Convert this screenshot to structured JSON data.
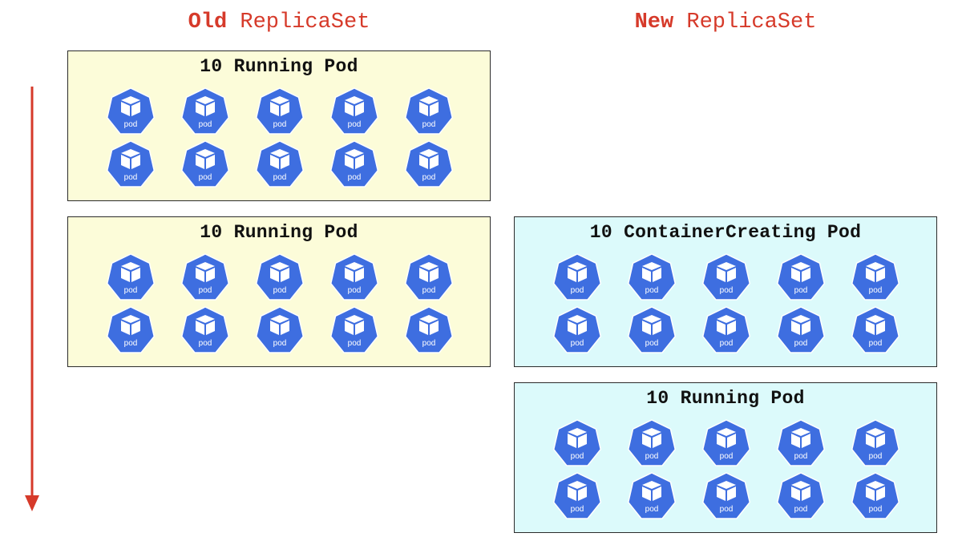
{
  "headers": {
    "old": {
      "strong": "Old",
      "rest": "ReplicaSet"
    },
    "new": {
      "strong": "New",
      "rest": "ReplicaSet"
    }
  },
  "colors": {
    "header": "#d63a2a",
    "arrow": "#d63a2a",
    "pod_fill": "#3e6ee0",
    "old_group_bg": "#fcfcd9",
    "new_group_bg": "#dcfafb",
    "border": "#2b2b2b"
  },
  "pod_icon": {
    "name": "kubernetes-pod-icon",
    "label": "pod"
  },
  "groups": [
    {
      "id": "old-1",
      "title": "10 Running Pod",
      "pod_count": 10
    },
    {
      "id": "old-2",
      "title": "10 Running Pod",
      "pod_count": 10
    },
    {
      "id": "new-1",
      "title": "10 ContainerCreating Pod",
      "pod_count": 10
    },
    {
      "id": "new-2",
      "title": "10 Running Pod",
      "pod_count": 10
    }
  ]
}
